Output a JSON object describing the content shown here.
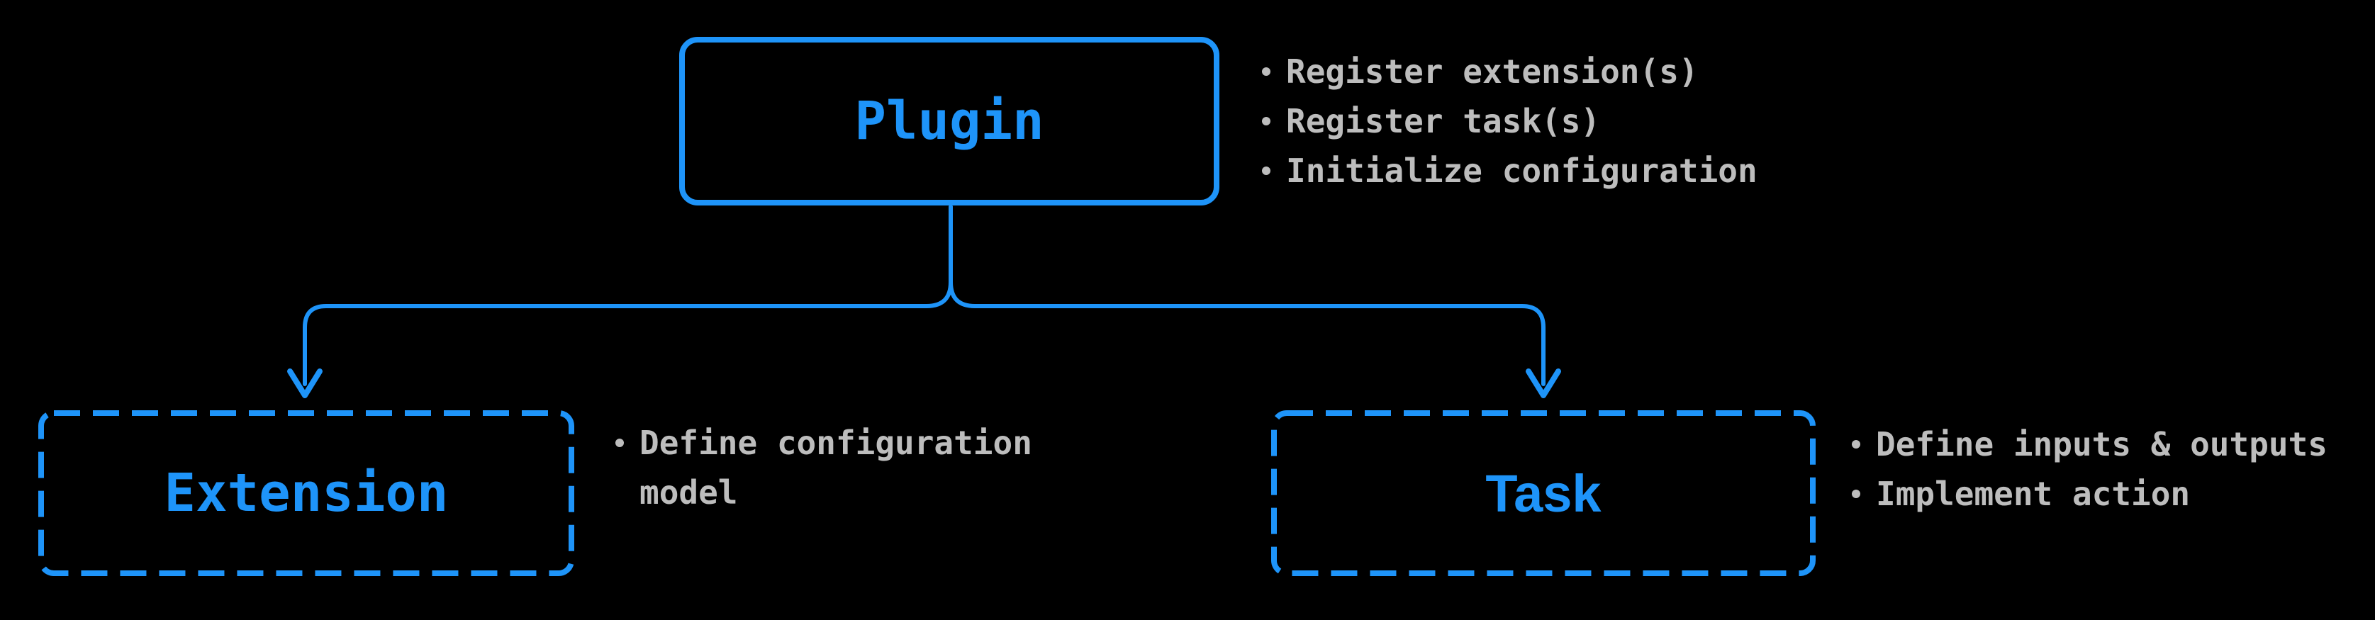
{
  "diagram": {
    "colors": {
      "background": "#000000",
      "accent": "#1E94F9",
      "note_text": "#BDBDBD"
    },
    "nodes": {
      "plugin": {
        "label": "Plugin",
        "border_style": "solid"
      },
      "extension": {
        "label": "Extension",
        "border_style": "dashed"
      },
      "task": {
        "label": "Task",
        "border_style": "dashed"
      }
    },
    "notes": {
      "plugin": {
        "items": [
          "Register extension(s)",
          "Register task(s)",
          "Initialize configuration"
        ]
      },
      "extension": {
        "items": [
          "Define configuration model"
        ]
      },
      "task": {
        "items": [
          "Define inputs & outputs",
          "Implement action"
        ]
      }
    }
  }
}
